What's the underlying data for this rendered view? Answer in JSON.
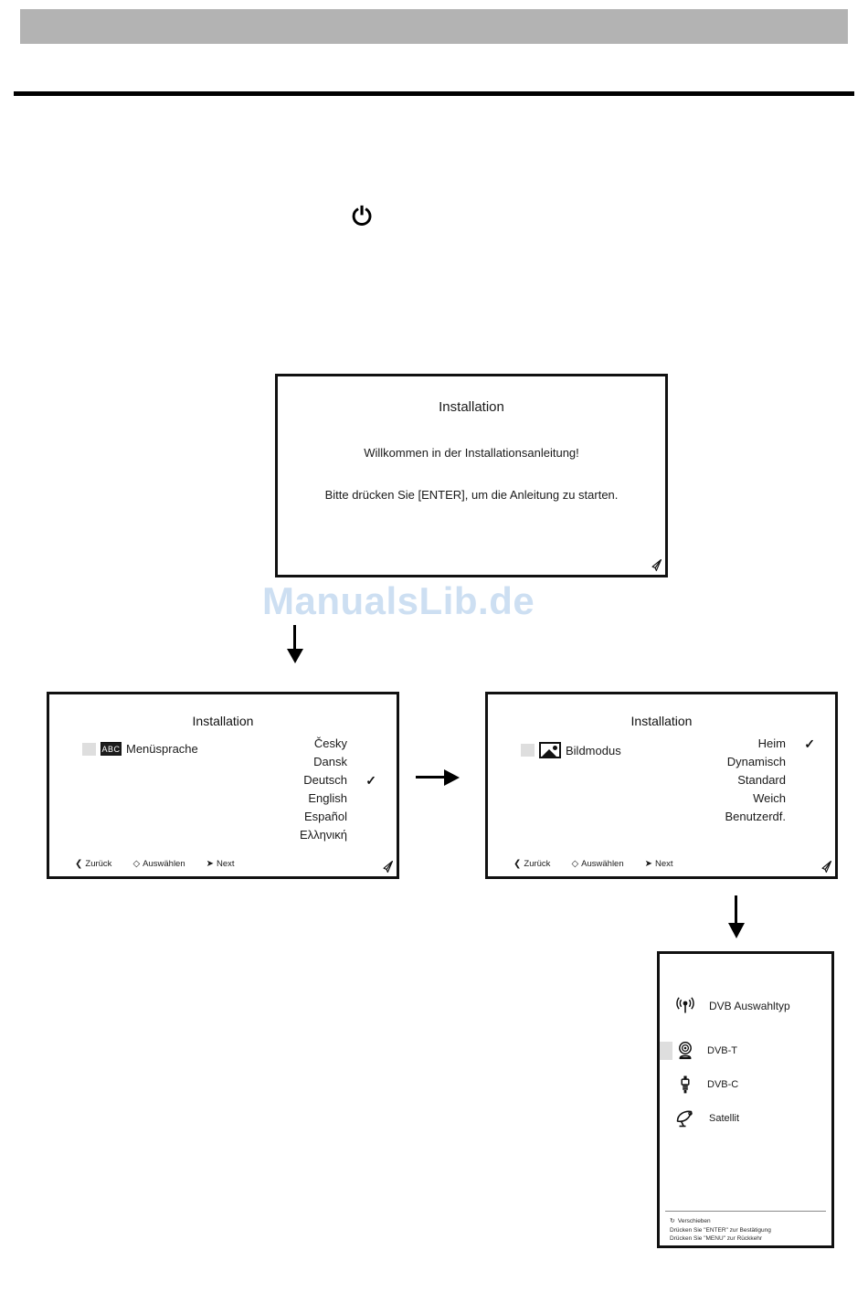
{
  "page": {
    "watermark": "ManualsLib.de",
    "power_icon": "⏻"
  },
  "welcome_screen": {
    "title": "Installation",
    "line1": "Willkommen in der Installationsanleitung!",
    "line2": "Bitte drücken Sie [ENTER], um die Anleitung zu starten.",
    "cursor_icon": "cursor-arrow"
  },
  "language_screen": {
    "title": "Installation",
    "setting_label": "Menüsprache",
    "setting_icon_text": "ABC",
    "options": [
      {
        "label": "Česky",
        "selected": false
      },
      {
        "label": "Dansk",
        "selected": false
      },
      {
        "label": "Deutsch",
        "selected": true
      },
      {
        "label": "English",
        "selected": false
      },
      {
        "label": "Español",
        "selected": false
      },
      {
        "label": "Ελληνική",
        "selected": false
      }
    ],
    "check_mark": "✓",
    "footer": {
      "back_glyph": "❮",
      "back_label": "Zurück",
      "select_glyph": "◇",
      "select_label": "Auswählen",
      "next_glyph": "➤",
      "next_label": "Next"
    }
  },
  "picture_screen": {
    "title": "Installation",
    "setting_label": "Bildmodus",
    "options": [
      {
        "label": "Heim",
        "selected": true
      },
      {
        "label": "Dynamisch",
        "selected": false
      },
      {
        "label": "Standard",
        "selected": false
      },
      {
        "label": "Weich",
        "selected": false
      },
      {
        "label": "Benutzerdf.",
        "selected": false
      }
    ],
    "check_mark": "✓",
    "footer": {
      "back_glyph": "❮",
      "back_label": "Zurück",
      "select_glyph": "◇",
      "select_label": "Auswählen",
      "next_glyph": "➤",
      "next_label": "Next"
    }
  },
  "dvb_screen": {
    "header_label": "DVB Auswahltyp",
    "items": [
      {
        "label": "DVB-T",
        "icon": "antenna-icon"
      },
      {
        "label": "DVB-C",
        "icon": "cable-connector-icon"
      },
      {
        "label": "Satellit",
        "icon": "satellite-dish-icon"
      }
    ],
    "footer": {
      "move_glyph": "↻",
      "move_label": "Verschieben",
      "line2": "Drücken Sie \"ENTER\" zur Bestätigung",
      "line3": "Drücken Sie \"MENU\" zur Rückkehr"
    }
  },
  "colors": {
    "header_bar": "#b3b3b3",
    "rule": "#000000",
    "watermark": "#cddff2",
    "osd_border": "#111111",
    "highlight": "#dedede"
  }
}
